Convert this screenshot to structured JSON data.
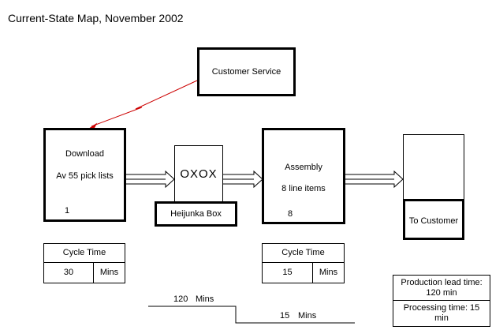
{
  "title": "Current-State Map, November 2002",
  "customer_service": {
    "label": "Customer Service"
  },
  "download": {
    "name": "Download",
    "detail": "Av 55 pick lists",
    "operators": "1"
  },
  "kanban": {
    "label": "OXOX"
  },
  "heijunka": {
    "label": "Heijunka Box"
  },
  "assembly": {
    "name": "Assembly",
    "detail": "8 line items",
    "operators": "8"
  },
  "to_customer": {
    "label": "To Customer"
  },
  "download_cycle": {
    "header": "Cycle Time",
    "value": "30",
    "unit": "Mins"
  },
  "assembly_cycle": {
    "header": "Cycle Time",
    "value": "15",
    "unit": "Mins"
  },
  "timeline": {
    "lead_value": "120",
    "lead_unit": "Mins",
    "process_value": "15",
    "process_unit": "Mins"
  },
  "summary": {
    "lead_time": "Production lead time: 120 min",
    "processing_time": "Processing time: 15 min"
  },
  "colors": {
    "info_flow": "#cc0000",
    "line": "#000000",
    "background": "#ffffff"
  }
}
